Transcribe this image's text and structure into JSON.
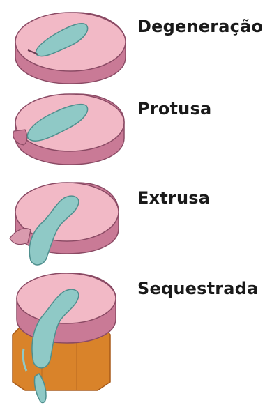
{
  "stages": [
    {
      "label": "Degeneração"
    },
    {
      "label": "Protusa"
    },
    {
      "label": "Extrusa"
    },
    {
      "label": "Sequestrada"
    }
  ],
  "colors": {
    "annulus_top": "#f2b9c6",
    "annulus_side": "#c97a96",
    "annulus_edge": "#8a4a64",
    "nucleus": "#8fc9c6",
    "nucleus_edge": "#4f8f8e",
    "ligament": "#d9832a",
    "ligament_dark": "#a85a18"
  }
}
